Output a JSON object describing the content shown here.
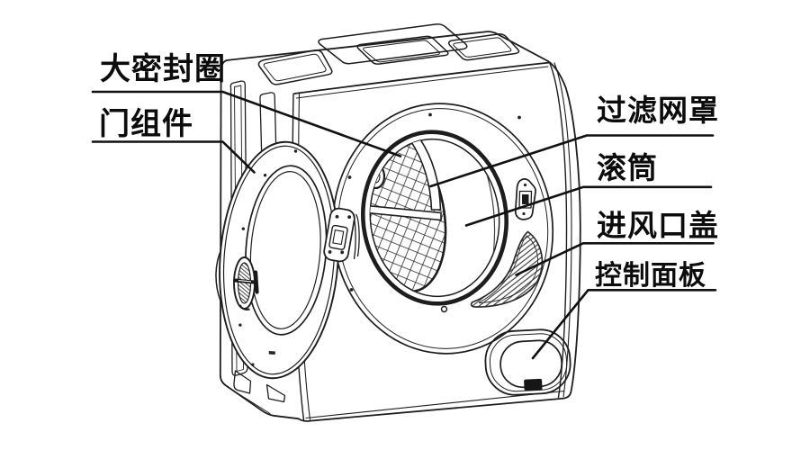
{
  "figure": {
    "background": "#ffffff",
    "line_color": "#1d1d1d",
    "labels": [
      {
        "id": "big-seal-ring",
        "text": "大密封圈"
      },
      {
        "id": "door-assembly",
        "text": "门组件"
      },
      {
        "id": "filter-mesh-cover",
        "text": "过滤网罩"
      },
      {
        "id": "drum",
        "text": "滚筒"
      },
      {
        "id": "air-inlet-cover",
        "text": "进风口盖"
      },
      {
        "id": "control-panel",
        "text": "控制面板"
      }
    ]
  }
}
